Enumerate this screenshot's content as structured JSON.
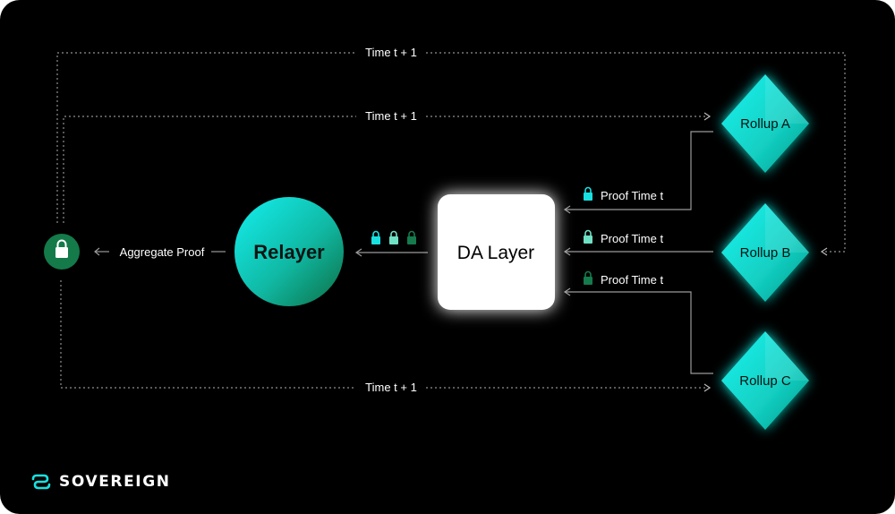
{
  "colors": {
    "background": "#000000",
    "cyan": "#19e0e0",
    "teal": "#1fb5a3",
    "mint": "#6fe0c4",
    "dark_green": "#157a4c",
    "line": "#9a9a9a",
    "white": "#ffffff"
  },
  "top_loop_label": "Time t + 1",
  "upper_loop_label": "Time t + 1",
  "bottom_loop_label": "Time t + 1",
  "aggregate_proof_label": "Aggregate Proof",
  "relayer": {
    "label": "Relayer"
  },
  "da_layer": {
    "label": "DA Layer"
  },
  "proofs": [
    {
      "label": "Proof Time t",
      "lock_color": "cyan"
    },
    {
      "label": "Proof Time t",
      "lock_color": "mint"
    },
    {
      "label": "Proof Time t",
      "lock_color": "dark-green"
    }
  ],
  "rollups": [
    {
      "label": "Rollup A"
    },
    {
      "label": "Rollup B"
    },
    {
      "label": "Rollup C"
    }
  ],
  "brand": {
    "name": "SOVEREIGN",
    "logo": "sovereign-logo-icon"
  }
}
